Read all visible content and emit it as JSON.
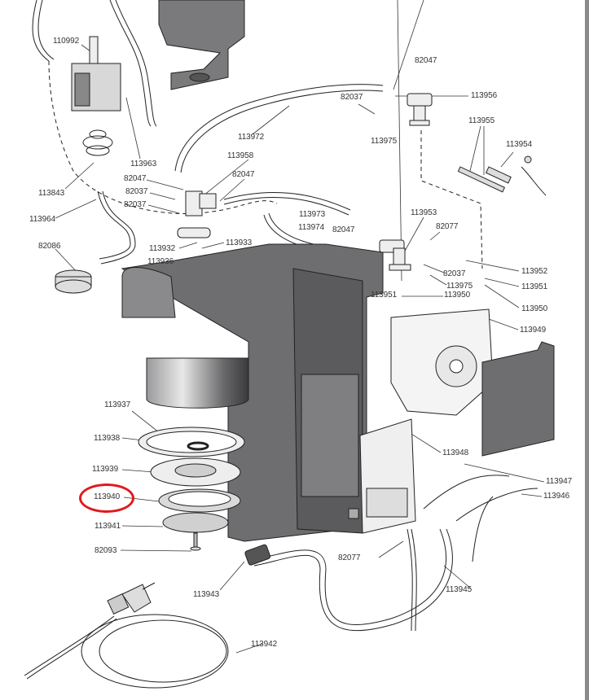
{
  "diagram": {
    "title": "Exploded parts diagram — coffee machine",
    "highlight_color": "#e0191e",
    "part_fill_dark": "#6e6e70",
    "part_fill_light": "#e4e4e4",
    "highlighted_part": "113940",
    "labels": [
      {
        "id": "110992",
        "text": "110992"
      },
      {
        "id": "113963",
        "text": "113963"
      },
      {
        "id": "113843",
        "text": "113843"
      },
      {
        "id": "113964",
        "text": "113964"
      },
      {
        "id": "82086",
        "text": "82086"
      },
      {
        "id": "113972",
        "text": "113972"
      },
      {
        "id": "113958",
        "text": "113958"
      },
      {
        "id": "82047a",
        "text": "82047"
      },
      {
        "id": "82037a",
        "text": "82037"
      },
      {
        "id": "82037b",
        "text": "82037"
      },
      {
        "id": "82047b",
        "text": "82047"
      },
      {
        "id": "113932",
        "text": "113932"
      },
      {
        "id": "113933",
        "text": "113933"
      },
      {
        "id": "113936",
        "text": "113936"
      },
      {
        "id": "113973",
        "text": "113973"
      },
      {
        "id": "113974",
        "text": "113974"
      },
      {
        "id": "82047c",
        "text": "82047"
      },
      {
        "id": "82047d",
        "text": "82047"
      },
      {
        "id": "82037c",
        "text": "82037"
      },
      {
        "id": "113975a",
        "text": "113975"
      },
      {
        "id": "113956",
        "text": "113956"
      },
      {
        "id": "113955",
        "text": "113955"
      },
      {
        "id": "113954",
        "text": "113954"
      },
      {
        "id": "113953",
        "text": "113953"
      },
      {
        "id": "82077a",
        "text": "82077"
      },
      {
        "id": "82037d",
        "text": "82037"
      },
      {
        "id": "113975b",
        "text": "113975"
      },
      {
        "id": "113951a",
        "text": "113951"
      },
      {
        "id": "113950a",
        "text": "113950"
      },
      {
        "id": "113952",
        "text": "113952"
      },
      {
        "id": "113951b",
        "text": "113951"
      },
      {
        "id": "113950b",
        "text": "113950"
      },
      {
        "id": "113949",
        "text": "113949"
      },
      {
        "id": "113948",
        "text": "113948"
      },
      {
        "id": "113947",
        "text": "113947"
      },
      {
        "id": "113946",
        "text": "113946"
      },
      {
        "id": "113937",
        "text": "113937"
      },
      {
        "id": "113938",
        "text": "113938"
      },
      {
        "id": "113939",
        "text": "113939"
      },
      {
        "id": "113940",
        "text": "113940"
      },
      {
        "id": "113941",
        "text": "113941"
      },
      {
        "id": "82093",
        "text": "82093"
      },
      {
        "id": "113943",
        "text": "113943"
      },
      {
        "id": "82077b",
        "text": "82077"
      },
      {
        "id": "113945",
        "text": "113945"
      },
      {
        "id": "113942",
        "text": "113942"
      }
    ]
  }
}
